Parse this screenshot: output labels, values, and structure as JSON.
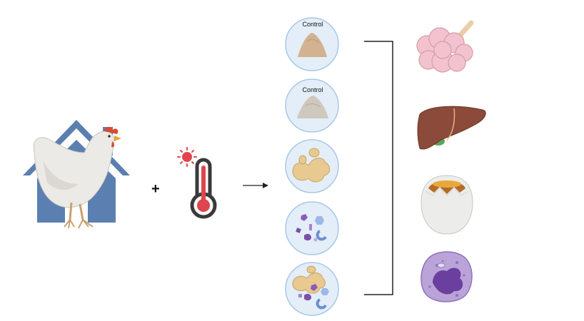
{
  "operator": "+",
  "treatments": [
    {
      "label": "Control",
      "feed": "feed-pile-tan"
    },
    {
      "label": "Control",
      "feed": "feed-pile-grey"
    },
    {
      "label": "",
      "feed": "ginger"
    },
    {
      "label": "",
      "feed": "probiotic-particles"
    },
    {
      "label": "",
      "feed": "ginger-and-probiotic"
    }
  ],
  "outcomes": [
    "pancreas-icon",
    "liver-icon",
    "egg-icon",
    "immune-cell-icon"
  ],
  "colors": {
    "house": "#5b7fb0",
    "dish_fill": "#e3eef8",
    "dish_stroke": "#a9c8e6",
    "thermometer_red": "#e0454d",
    "liver": "#8b4a3a",
    "cell": "#b9a3d8"
  }
}
